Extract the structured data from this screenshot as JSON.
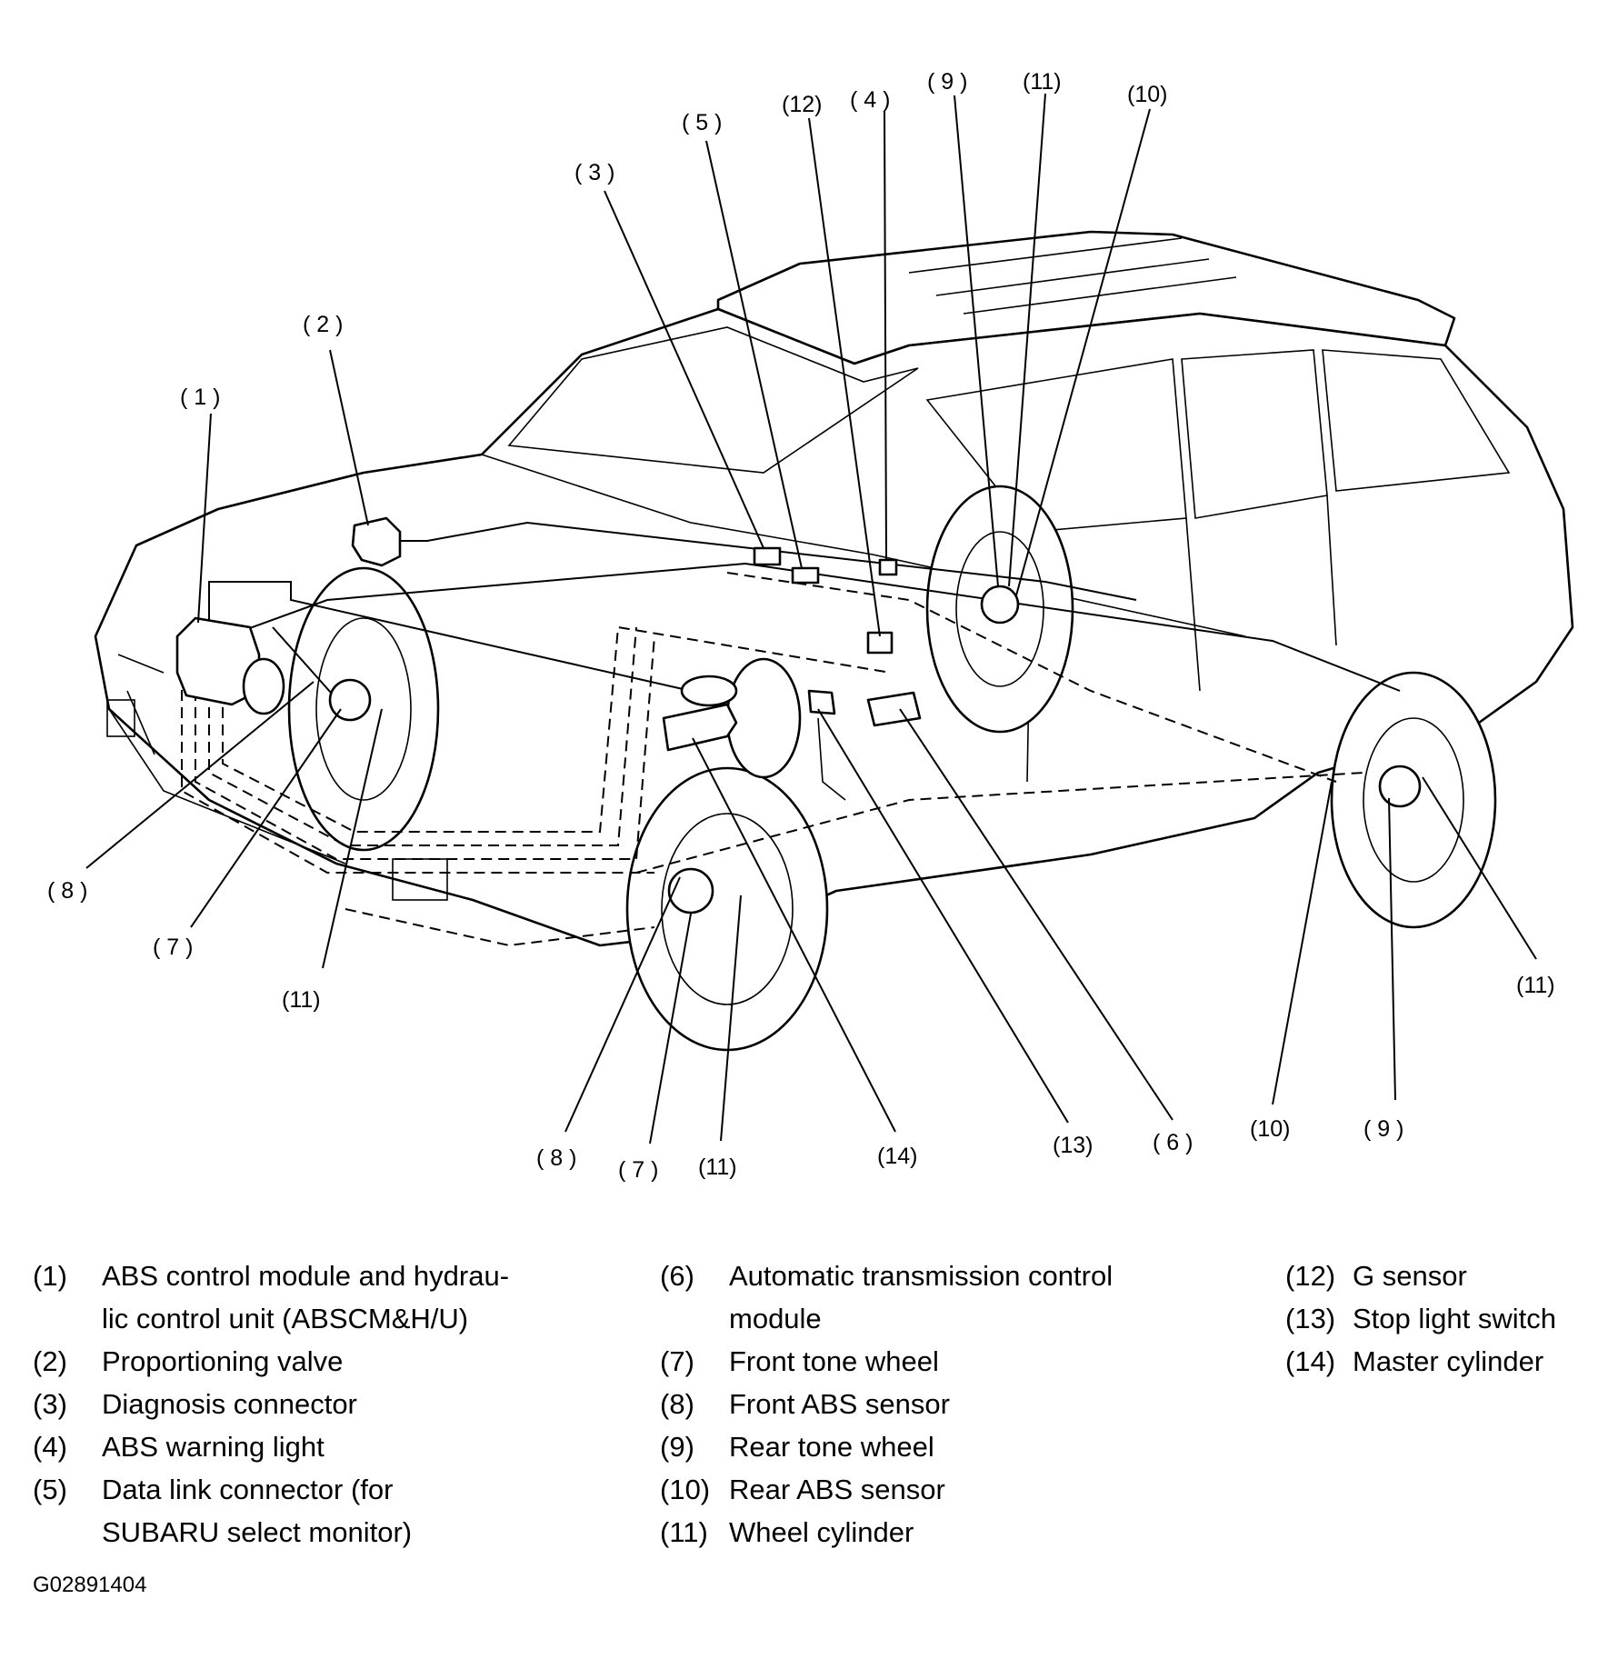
{
  "figure_id": "G02891404",
  "callouts": [
    {
      "id": "c1",
      "label": "( 1 )",
      "anchor": "ABS control module & H/U"
    },
    {
      "id": "c2",
      "label": "( 2 )",
      "anchor": "proportioning valve"
    },
    {
      "id": "c3",
      "label": "( 3 )",
      "anchor": "diagnosis connector"
    },
    {
      "id": "c5",
      "label": "( 5 )",
      "anchor": "data link connector"
    },
    {
      "id": "c12a",
      "label": "(12)",
      "anchor": "G sensor"
    },
    {
      "id": "c4",
      "label": "( 4 )",
      "anchor": "ABS warning light"
    },
    {
      "id": "c9a",
      "label": "( 9 )",
      "anchor": "rear tone wheel (left)"
    },
    {
      "id": "c11a",
      "label": "(11)",
      "anchor": "wheel cylinder (rear left)"
    },
    {
      "id": "c10a",
      "label": "(10)",
      "anchor": "rear ABS sensor (left)"
    },
    {
      "id": "c8a",
      "label": "( 8 )",
      "anchor": "front ABS sensor (left)"
    },
    {
      "id": "c7a",
      "label": "( 7 )",
      "anchor": "front tone wheel (left)"
    },
    {
      "id": "c11b",
      "label": "(11)",
      "anchor": "wheel cylinder (front left)"
    },
    {
      "id": "c8b",
      "label": "( 8 )",
      "anchor": "front ABS sensor (right)"
    },
    {
      "id": "c7b",
      "label": "( 7 )",
      "anchor": "front tone wheel (right)"
    },
    {
      "id": "c11c",
      "label": "(11)",
      "anchor": "wheel cylinder (front right)"
    },
    {
      "id": "c14",
      "label": "(14)",
      "anchor": "master cylinder"
    },
    {
      "id": "c13",
      "label": "(13)",
      "anchor": "stop light switch"
    },
    {
      "id": "c6",
      "label": "( 6 )",
      "anchor": "AT control module"
    },
    {
      "id": "c10b",
      "label": "(10)",
      "anchor": "rear ABS sensor (right)"
    },
    {
      "id": "c9b",
      "label": "( 9 )",
      "anchor": "rear tone wheel (right)"
    },
    {
      "id": "c11d",
      "label": "(11)",
      "anchor": "wheel cylinder (rear right)"
    }
  ],
  "legend": {
    "col1": [
      {
        "num": "(1)",
        "text": "ABS control module and hydrau-\nlic control unit (ABSCM&H/U)"
      },
      {
        "num": "(2)",
        "text": "Proportioning valve"
      },
      {
        "num": "(3)",
        "text": "Diagnosis connector"
      },
      {
        "num": "(4)",
        "text": "ABS warning light"
      },
      {
        "num": "(5)",
        "text": "Data link connector (for\nSUBARU select monitor)"
      }
    ],
    "col2": [
      {
        "num": "(6)",
        "text": "Automatic transmission control\nmodule"
      },
      {
        "num": "(7)",
        "text": "Front tone wheel"
      },
      {
        "num": "(8)",
        "text": "Front ABS sensor"
      },
      {
        "num": "(9)",
        "text": "Rear tone wheel"
      },
      {
        "num": "(10)",
        "text": "Rear ABS sensor"
      },
      {
        "num": "(11)",
        "text": "Wheel cylinder"
      }
    ],
    "col3": [
      {
        "num": "(12)",
        "text": "G sensor"
      },
      {
        "num": "(13)",
        "text": "Stop light switch"
      },
      {
        "num": "(14)",
        "text": "Master cylinder"
      }
    ]
  }
}
